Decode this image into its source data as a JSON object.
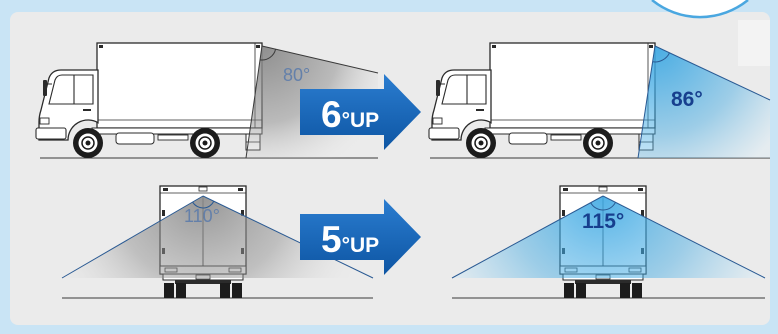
{
  "colors": {
    "background": "#c9e4f5",
    "panel": "#ebebeb",
    "arrow_top": "#2b7dd0",
    "arrow_bottom": "#0d55a3",
    "before_fan": "#8a8a8a",
    "after_fan": "#3fa9e3",
    "after_fan_edge": "#d9eefa",
    "before_label": "#6480aa",
    "after_label": "#173f8e",
    "badge_border": "#4aa7e0"
  },
  "side_view": {
    "before": {
      "angle_label": "80°"
    },
    "after": {
      "angle_label": "86°"
    },
    "improvement": {
      "value": "6",
      "suffix": "°UP"
    }
  },
  "rear_view": {
    "before": {
      "angle_label": "110°"
    },
    "after": {
      "angle_label": "115°"
    },
    "improvement": {
      "value": "5",
      "suffix": "°UP"
    }
  }
}
